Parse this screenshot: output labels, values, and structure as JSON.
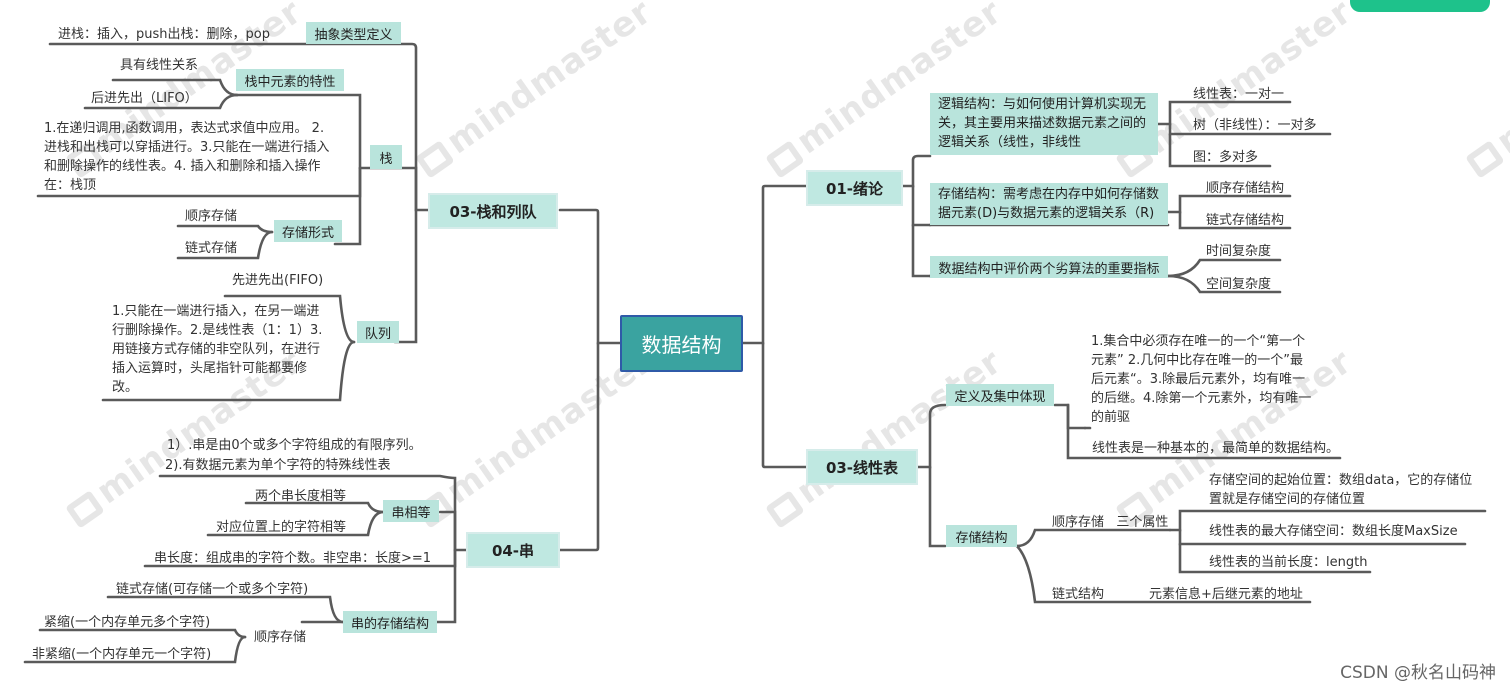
{
  "root": "数据结构",
  "watermark": "mindmaster",
  "footer": "CSDN @秋名山码神",
  "b_stack_queue": {
    "title": "03-栈和列队",
    "stack": {
      "title": "栈",
      "adt": {
        "title": "抽象类型定义",
        "text": "进栈：插入，push出栈：删除，pop"
      },
      "features": {
        "title": "栈中元素的特性",
        "items": [
          "具有线性关系",
          "后进先出（LIFO）"
        ]
      },
      "desc": "1.在递归调用,函数调用，表达式求值中应用。 2.进栈和出栈可以穿插进行。3.只能在一端进行插入和删除操作的线性表。4. 插入和删除和插入操作在：栈顶",
      "storage": {
        "title": "存储形式",
        "items": [
          "顺序存储",
          "链式存储"
        ]
      }
    },
    "queue": {
      "title": "队列",
      "fifo": "先进先出(FIFO)",
      "desc": "1.只能在一端进行插入，在另一端进行删除操作。2.是线性表（1：1）3.用链接方式存储的非空队列，在进行插入运算时，头尾指针可能都要修改。"
    }
  },
  "b_string": {
    "title": "04-串",
    "defs": [
      "1）.串是由0个或多个字符组成的有限序列。",
      "2).有数据元素为单个字符的特殊线性表"
    ],
    "equal": {
      "title": "串相等",
      "items": [
        "两个串长度相等",
        "对应位置上的字符相等"
      ]
    },
    "length": "串长度：组成串的字符个数。非空串：长度>=1",
    "storage": {
      "title": "串的存储结构",
      "linked": "链式存储(可存储一个或多个字符)",
      "seq": {
        "title": "顺序存储",
        "items": [
          "紧缩(一个内存单元多个字符)",
          "非紧缩(一个内存单元一个字符)"
        ]
      }
    }
  },
  "b_intro": {
    "title": "01-绪论",
    "logical": {
      "title": "逻辑结构：与如何使用计算机实现无关，其主要用来描述数据元素之间的逻辑关系（线性，非线性",
      "items": [
        "线性表：一对一",
        "树（非线性）：一对多",
        "图：多对多"
      ]
    },
    "storage": {
      "title": "存储结构：需考虑在内存中如何存储数据元素(D)与数据元素的逻辑关系（R)",
      "items": [
        "顺序存储结构",
        "链式存储结构"
      ]
    },
    "metrics": {
      "title": "数据结构中评价两个劣算法的重要指标",
      "items": [
        "时间复杂度",
        "空间复杂度"
      ]
    }
  },
  "b_linear": {
    "title": "03-线性表",
    "def": {
      "title": "定义及集中体现",
      "items": [
        "1.集合中必须存在唯一的一个“第一个元素” 2.几何中比存在唯一的一个”最后元素“。3.除最后元素外，均有唯一的后继。4.除第一个元素外，均有唯一的前驱",
        "线性表是一种基本的，最简单的数据结构。"
      ]
    },
    "storage": {
      "title": "存储结构",
      "seq": {
        "title": "顺序存储   三个属性",
        "items": [
          "存储空间的起始位置：数组data，它的存储位置就是存储空间的存储位置",
          "线性表的最大存储空间：数组长度MaxSize",
          "线性表的当前长度：length"
        ]
      },
      "linked": {
        "title": "链式结构",
        "item": "元素信息+后继元素的地址"
      }
    }
  }
}
